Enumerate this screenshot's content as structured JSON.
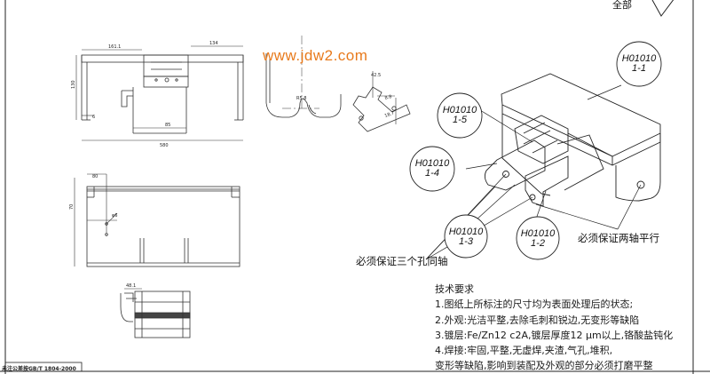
{
  "watermark": "www.jdw2.com",
  "top_right_label": "全部",
  "standard_note": "未注公差按GB/T 1804-2000",
  "dimensions": {
    "top_view_width": "580",
    "top_view_right": "134",
    "top_view_left": "161.1",
    "top_view_height": "130",
    "top_view_inner": "85",
    "top_view_gap": "6",
    "front_view_a": "80",
    "front_view_b": "70",
    "front_view_hole": "φ6",
    "side_view_angle": "R5.8",
    "side_label_1": "8.8",
    "side_label_2": "18.7",
    "side_label_3": "42.5",
    "bottom_view": "48.1"
  },
  "balloons": [
    {
      "line1": "H01010",
      "line2": "1-1"
    },
    {
      "line1": "H01010",
      "line2": "1-5"
    },
    {
      "line1": "H01010",
      "line2": "1-4"
    },
    {
      "line1": "H01010",
      "line2": "1-3"
    },
    {
      "line1": "H01010",
      "line2": "1-2"
    }
  ],
  "notes": {
    "three_hole_coaxial": "必须保证三个孔同轴",
    "two_axis_parallel": "必须保证两轴平行"
  },
  "technical_requirements": {
    "title": "技术要求",
    "items": [
      "1.图纸上所标注的尺寸均为表面处理后的状态;",
      "2.外观:光洁平整,去除毛刺和锐边,无变形等缺陷",
      "3.镀层:Fe/Zn12 c2A,镀层厚度12 μm以上,铬酸盐钝化",
      "4.焊接:牢固,平整,无虚焊,夹渣,气孔,堆积,",
      "变形等缺陷,影响到装配及外观的部分必须打磨平整"
    ]
  }
}
